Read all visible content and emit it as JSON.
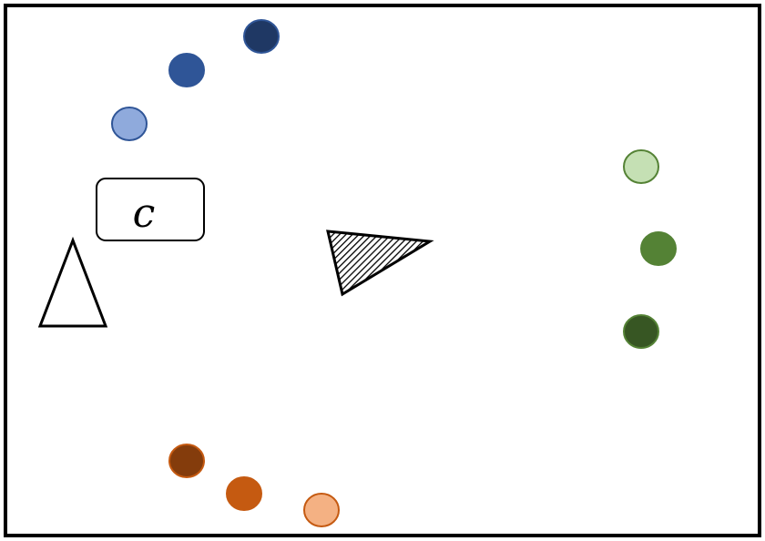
{
  "diagram": {
    "label_box": {
      "text": "c"
    },
    "dot_groups": [
      {
        "name": "blue",
        "colors": [
          "#8faadc",
          "#2f5597",
          "#1f3864"
        ],
        "stroke": "#2f5597"
      },
      {
        "name": "green",
        "colors": [
          "#c5e0b4",
          "#548235",
          "#375623"
        ],
        "stroke": "#548235"
      },
      {
        "name": "orange",
        "colors": [
          "#843c0c",
          "#c55a11",
          "#f4b183"
        ],
        "stroke": "#c55a11"
      }
    ],
    "shapes": {
      "outline_triangle": {
        "fill": "#ffffff",
        "stroke": "#000000"
      },
      "hatched_triangle": {
        "fill": "hatch",
        "stroke": "#000000"
      }
    },
    "frame": {
      "stroke": "#000000"
    }
  }
}
